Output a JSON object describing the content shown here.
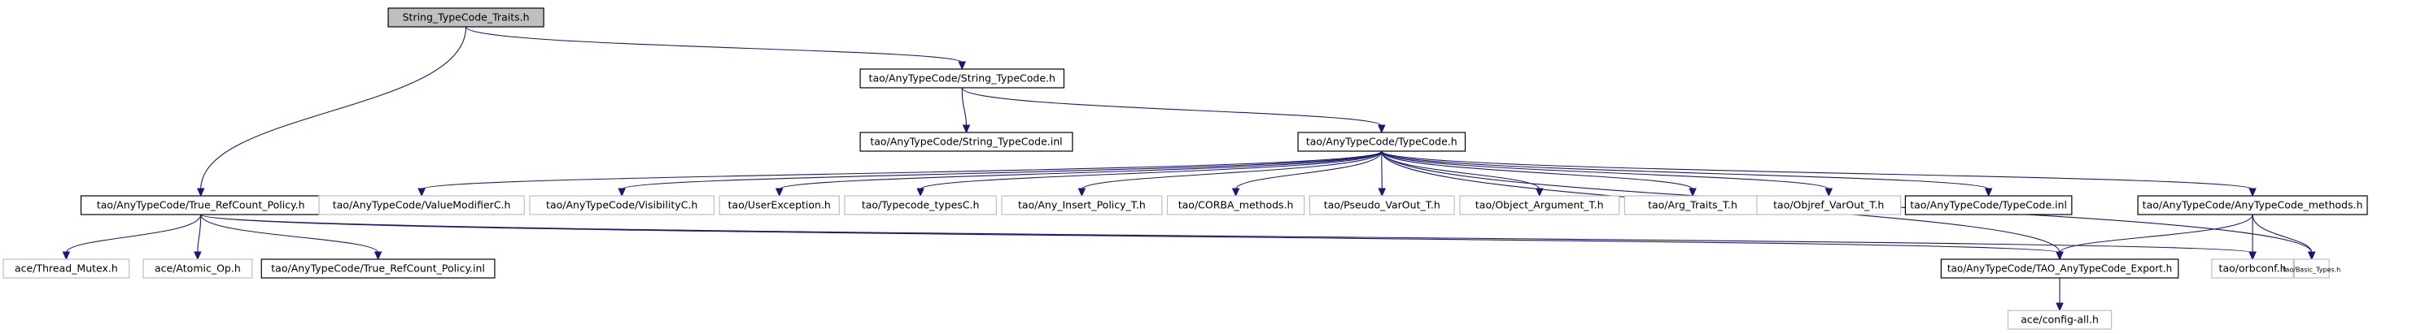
{
  "title": "String_TypeCode_Traits.h",
  "style": {
    "edge_color": "#191970",
    "root_fill": "#bfbfbf",
    "documented_border": "#000000",
    "undocumented_border": "#bfbfbf",
    "node_fill": "#ffffff"
  },
  "nodes": [
    {
      "id": "root",
      "label": "String_TypeCode_Traits.h",
      "kind": "root"
    },
    {
      "id": "string_tc_h",
      "label": "tao/AnyTypeCode/String_TypeCode.h",
      "kind": "documented"
    },
    {
      "id": "refcount_h",
      "label": "tao/AnyTypeCode/True_RefCount_Policy.h",
      "kind": "documented"
    },
    {
      "id": "string_tc_inl",
      "label": "tao/AnyTypeCode/String_TypeCode.inl",
      "kind": "documented"
    },
    {
      "id": "typecode_h",
      "label": "tao/AnyTypeCode/TypeCode.h",
      "kind": "documented"
    },
    {
      "id": "valuemodifier",
      "label": "tao/AnyTypeCode/ValueModifierC.h",
      "kind": "external"
    },
    {
      "id": "visibility",
      "label": "tao/AnyTypeCode/VisibilityC.h",
      "kind": "external"
    },
    {
      "id": "userexception",
      "label": "tao/UserException.h",
      "kind": "external"
    },
    {
      "id": "typecode_types",
      "label": "tao/Typecode_typesC.h",
      "kind": "external"
    },
    {
      "id": "any_insert",
      "label": "tao/Any_Insert_Policy_T.h",
      "kind": "external"
    },
    {
      "id": "corba_methods",
      "label": "tao/CORBA_methods.h",
      "kind": "external"
    },
    {
      "id": "pseudo_varout",
      "label": "tao/Pseudo_VarOut_T.h",
      "kind": "external"
    },
    {
      "id": "object_argument",
      "label": "tao/Object_Argument_T.h",
      "kind": "external"
    },
    {
      "id": "arg_traits",
      "label": "tao/Arg_Traits_T.h",
      "kind": "external"
    },
    {
      "id": "objref_varout",
      "label": "tao/Objref_VarOut_T.h",
      "kind": "external"
    },
    {
      "id": "typecode_inl",
      "label": "tao/AnyTypeCode/TypeCode.inl",
      "kind": "documented"
    },
    {
      "id": "anytc_methods",
      "label": "tao/AnyTypeCode/AnyTypeCode_methods.h",
      "kind": "documented"
    },
    {
      "id": "thread_mutex",
      "label": "ace/Thread_Mutex.h",
      "kind": "external"
    },
    {
      "id": "atomic_op",
      "label": "ace/Atomic_Op.h",
      "kind": "external"
    },
    {
      "id": "refcount_inl",
      "label": "tao/AnyTypeCode/True_RefCount_Policy.inl",
      "kind": "documented"
    },
    {
      "id": "tao_export",
      "label": "tao/AnyTypeCode/TAO_AnyTypeCode_Export.h",
      "kind": "documented"
    },
    {
      "id": "orbconf",
      "label": "tao/orbconf.h",
      "kind": "external"
    },
    {
      "id": "basic_types",
      "label": "tao/Basic_Types.h",
      "kind": "external"
    },
    {
      "id": "config_all",
      "label": "ace/config-all.h",
      "kind": "external"
    }
  ],
  "edges": [
    {
      "from": "root",
      "to": "string_tc_h"
    },
    {
      "from": "root",
      "to": "refcount_h"
    },
    {
      "from": "string_tc_h",
      "to": "string_tc_inl"
    },
    {
      "from": "string_tc_h",
      "to": "typecode_h"
    },
    {
      "from": "typecode_h",
      "to": "valuemodifier"
    },
    {
      "from": "typecode_h",
      "to": "visibility"
    },
    {
      "from": "typecode_h",
      "to": "userexception"
    },
    {
      "from": "typecode_h",
      "to": "typecode_types"
    },
    {
      "from": "typecode_h",
      "to": "any_insert"
    },
    {
      "from": "typecode_h",
      "to": "corba_methods"
    },
    {
      "from": "typecode_h",
      "to": "pseudo_varout"
    },
    {
      "from": "typecode_h",
      "to": "object_argument"
    },
    {
      "from": "typecode_h",
      "to": "arg_traits"
    },
    {
      "from": "typecode_h",
      "to": "objref_varout"
    },
    {
      "from": "typecode_h",
      "to": "typecode_inl"
    },
    {
      "from": "typecode_h",
      "to": "anytc_methods"
    },
    {
      "from": "typecode_h",
      "to": "tao_export"
    },
    {
      "from": "typecode_h",
      "to": "basic_types"
    },
    {
      "from": "refcount_h",
      "to": "thread_mutex"
    },
    {
      "from": "refcount_h",
      "to": "atomic_op"
    },
    {
      "from": "refcount_h",
      "to": "refcount_inl"
    },
    {
      "from": "refcount_h",
      "to": "tao_export"
    },
    {
      "from": "refcount_h",
      "to": "orbconf"
    },
    {
      "from": "anytc_methods",
      "to": "tao_export"
    },
    {
      "from": "anytc_methods",
      "to": "orbconf"
    },
    {
      "from": "anytc_methods",
      "to": "basic_types"
    },
    {
      "from": "tao_export",
      "to": "config_all"
    }
  ]
}
